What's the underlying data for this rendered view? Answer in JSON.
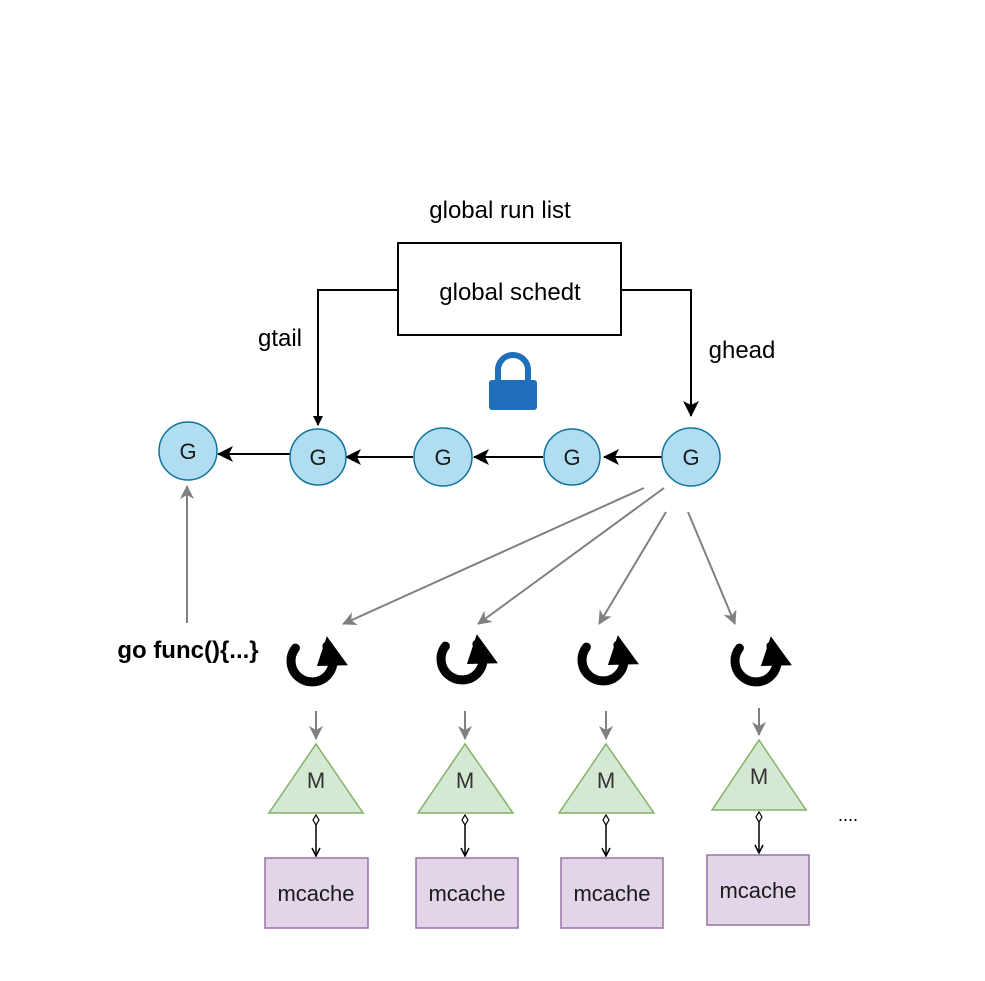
{
  "title_label": "global run list",
  "sched_box_label": "global schedt",
  "gtail_label": "gtail",
  "ghead_label": "ghead",
  "goroutine_label": "G",
  "machine_label": "M",
  "cache_label": "mcache",
  "go_func_label": "go func(){...}",
  "ellipsis_label": "....",
  "colors": {
    "g_fill": "#b1ddf0",
    "g_stroke": "#10739e",
    "m_fill": "#d5e8d4",
    "m_stroke": "#82b366",
    "cache_fill": "#e1d5e7",
    "cache_stroke": "#9673a6",
    "lock": "#1f6fba",
    "gray_arrow": "#808080"
  },
  "icons": {
    "lock": "lock-icon",
    "processor": "refresh-cycle-icon"
  }
}
